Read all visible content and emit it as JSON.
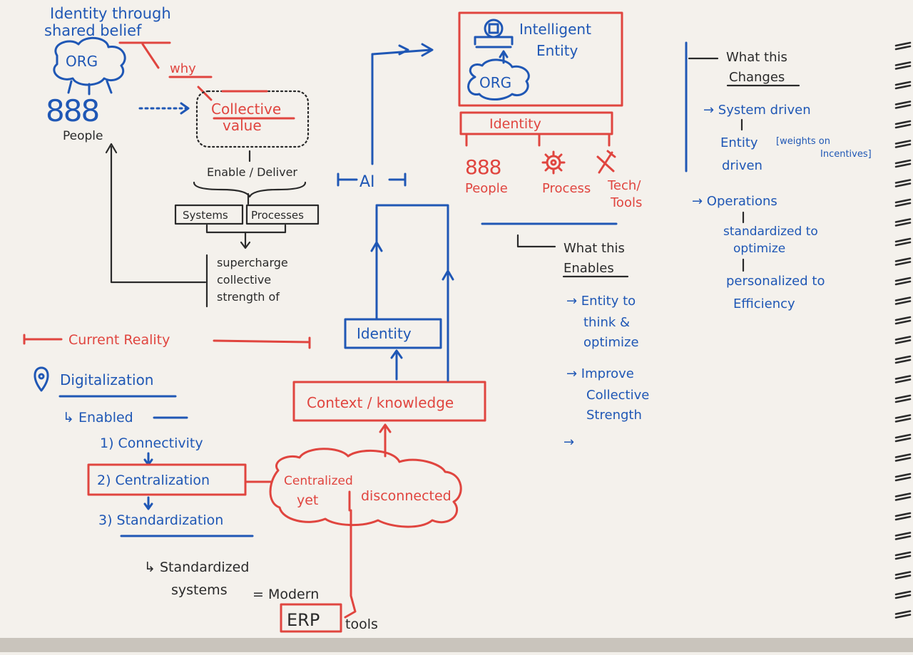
{
  "colors": {
    "blue": "#1f57b5",
    "red": "#e0453f",
    "dark": "#2a2a2a",
    "paper": "#f2efea"
  },
  "left": {
    "identity_title_line1": "Identity through",
    "identity_title_line2": "shared belief",
    "org": "ORG",
    "people_glyph": "888",
    "people": "People",
    "why": "why",
    "collective_line1": "Collective",
    "collective_line2": "value",
    "enable_deliver": "Enable / Deliver",
    "systems": "Systems",
    "processes": "Processes",
    "supercharge_line1": "supercharge",
    "supercharge_line2": "collective",
    "supercharge_line3": "strength of"
  },
  "current_reality": "Current Reality",
  "digital": {
    "title": "Digitalization",
    "enabled": "↳ Enabled",
    "step1": "1) Connectivity",
    "step2": "2) Centralization",
    "step3": "3) Standardization",
    "std_line1": "↳ Standardized",
    "std_line2": "systems",
    "equals_modern": "= Modern",
    "erp": "ERP",
    "tools": "tools"
  },
  "center": {
    "cloud_line1": "Centralized",
    "cloud_line2": "yet",
    "cloud_line3": "disconnected",
    "context": "Context / knowledge",
    "identity": "Identity",
    "ai": "AI"
  },
  "top_right": {
    "intelligent_line1": "Intelligent",
    "intelligent_line2": "Entity",
    "org": "ORG",
    "identity": "Identity",
    "people_glyph": "888",
    "people": "People",
    "process": "Process",
    "tech_line1": "Tech/",
    "tech_line2": "Tools"
  },
  "enables": {
    "title_line1": "What this",
    "title_line2": "Enables",
    "item1_line1": "→ Entity to",
    "item1_line2": "think &",
    "item1_line3": "optimize",
    "item2_line1": "→ Improve",
    "item2_line2": "Collective",
    "item2_line3": "Strength",
    "arrow3": "→"
  },
  "changes": {
    "title_line1": "What this",
    "title_line2": "Changes",
    "c1_line1": "→ System driven",
    "c1_line2": "Entity",
    "c1_note_line1": "[weights on",
    "c1_note_line2": "Incentives]",
    "c1_line3": "driven",
    "c2_line1": "→ Operations",
    "c2_line2": "standardized to",
    "c2_line3": "optimize",
    "c2_line4": "personalized to",
    "c2_line5": "Efficiency"
  }
}
